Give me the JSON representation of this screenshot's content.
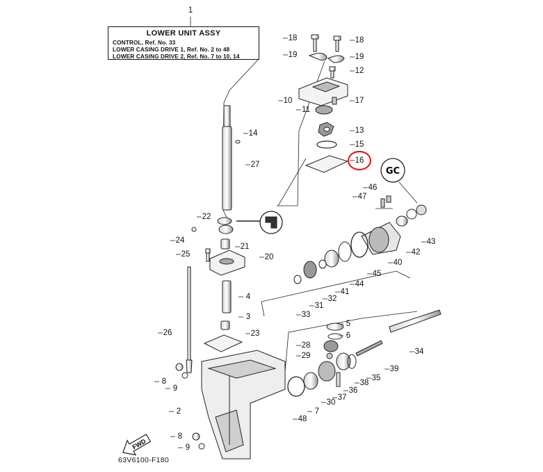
{
  "title_box": {
    "ref_number": "1",
    "heading": "LOWER UNIT ASSY",
    "lines": [
      "CONTROL, Ref. No. 33",
      "LOWER CASING DRIVE 1,  Ref. No. 2 to 48",
      "LOWER CASING DRIVE 2,  Ref. No. 7 to 10, 14"
    ]
  },
  "gc_mark": "GC",
  "fwd_arrow": "FWD",
  "highlighted_part": "16",
  "diagram_code": "63V6100-F180",
  "callouts": [
    {
      "id": "c18a",
      "text": "18"
    },
    {
      "id": "c18b",
      "text": "18"
    },
    {
      "id": "c19a",
      "text": "19"
    },
    {
      "id": "c19b",
      "text": "19"
    },
    {
      "id": "c12",
      "text": "12"
    },
    {
      "id": "c10",
      "text": "10"
    },
    {
      "id": "c11",
      "text": "11"
    },
    {
      "id": "c17",
      "text": "17"
    },
    {
      "id": "c13",
      "text": "13"
    },
    {
      "id": "c15",
      "text": "15"
    },
    {
      "id": "c16",
      "text": "16"
    },
    {
      "id": "c14",
      "text": "14"
    },
    {
      "id": "c27",
      "text": "27"
    },
    {
      "id": "c46",
      "text": "46"
    },
    {
      "id": "c47",
      "text": "47"
    },
    {
      "id": "c22",
      "text": "22"
    },
    {
      "id": "c24",
      "text": "24"
    },
    {
      "id": "c21",
      "text": "21"
    },
    {
      "id": "c20",
      "text": "20"
    },
    {
      "id": "c25",
      "text": "25"
    },
    {
      "id": "c43",
      "text": "43"
    },
    {
      "id": "c42",
      "text": "42"
    },
    {
      "id": "c40",
      "text": "40"
    },
    {
      "id": "c45",
      "text": "45"
    },
    {
      "id": "c44",
      "text": "44"
    },
    {
      "id": "c41",
      "text": "41"
    },
    {
      "id": "c32",
      "text": "32"
    },
    {
      "id": "c31",
      "text": "31"
    },
    {
      "id": "c33",
      "text": "33"
    },
    {
      "id": "c4",
      "text": "4"
    },
    {
      "id": "c3",
      "text": "3"
    },
    {
      "id": "c23",
      "text": "23"
    },
    {
      "id": "c26",
      "text": "26"
    },
    {
      "id": "c5",
      "text": "5"
    },
    {
      "id": "c6",
      "text": "6"
    },
    {
      "id": "c34",
      "text": "34"
    },
    {
      "id": "c28",
      "text": "28"
    },
    {
      "id": "c29",
      "text": "29"
    },
    {
      "id": "c39",
      "text": "39"
    },
    {
      "id": "c35",
      "text": "35"
    },
    {
      "id": "c38",
      "text": "38"
    },
    {
      "id": "c36",
      "text": "36"
    },
    {
      "id": "c37",
      "text": "37"
    },
    {
      "id": "c30",
      "text": "30"
    },
    {
      "id": "c7",
      "text": "7"
    },
    {
      "id": "c48",
      "text": "48"
    },
    {
      "id": "c8a",
      "text": "8"
    },
    {
      "id": "c9a",
      "text": "9"
    },
    {
      "id": "c2",
      "text": "2"
    },
    {
      "id": "c8b",
      "text": "8"
    },
    {
      "id": "c9b",
      "text": "9"
    }
  ]
}
